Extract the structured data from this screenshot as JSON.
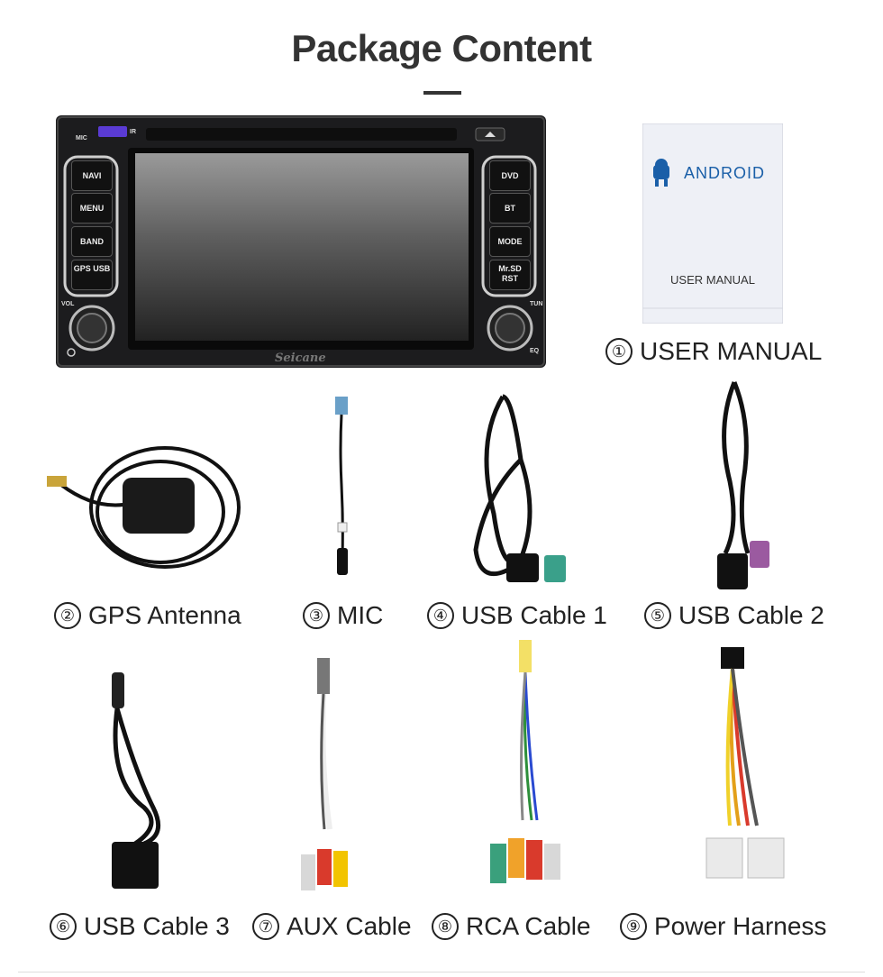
{
  "header": {
    "title": "Package Content"
  },
  "head_unit": {
    "brand": "Seicane",
    "left_buttons": [
      "NAVI",
      "MENU",
      "BAND",
      "GPS USB"
    ],
    "right_buttons": [
      "DVD",
      "BT",
      "MODE",
      "Mr.SD RST"
    ],
    "markings": {
      "mic": "MIC",
      "ir": "IR",
      "vol": "VOL",
      "tun": "TUN",
      "eq": "EQ"
    }
  },
  "manual": {
    "logo_text": "ANDROID",
    "title": "USER MANUAL"
  },
  "items": [
    {
      "number": "①",
      "label": "USER MANUAL"
    },
    {
      "number": "②",
      "label": "GPS Antenna"
    },
    {
      "number": "③",
      "label": "MIC"
    },
    {
      "number": "④",
      "label": "USB Cable 1"
    },
    {
      "number": "⑤",
      "label": "USB Cable 2"
    },
    {
      "number": "⑥",
      "label": "USB Cable 3"
    },
    {
      "number": "⑦",
      "label": "AUX Cable"
    },
    {
      "number": "⑧",
      "label": "RCA Cable"
    },
    {
      "number": "⑨",
      "label": "Power Harness"
    }
  ]
}
